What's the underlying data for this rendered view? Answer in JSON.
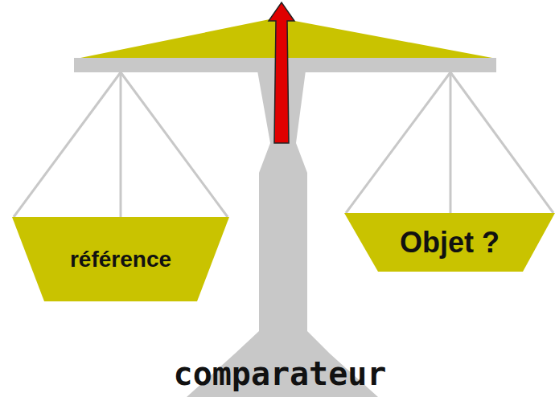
{
  "diagram": {
    "nodes": [
      {
        "text": [
          "référence"
        ]
      },
      {
        "text": [
          "Objet ?"
        ]
      }
    ],
    "labels": [
      "comparateur"
    ]
  }
}
